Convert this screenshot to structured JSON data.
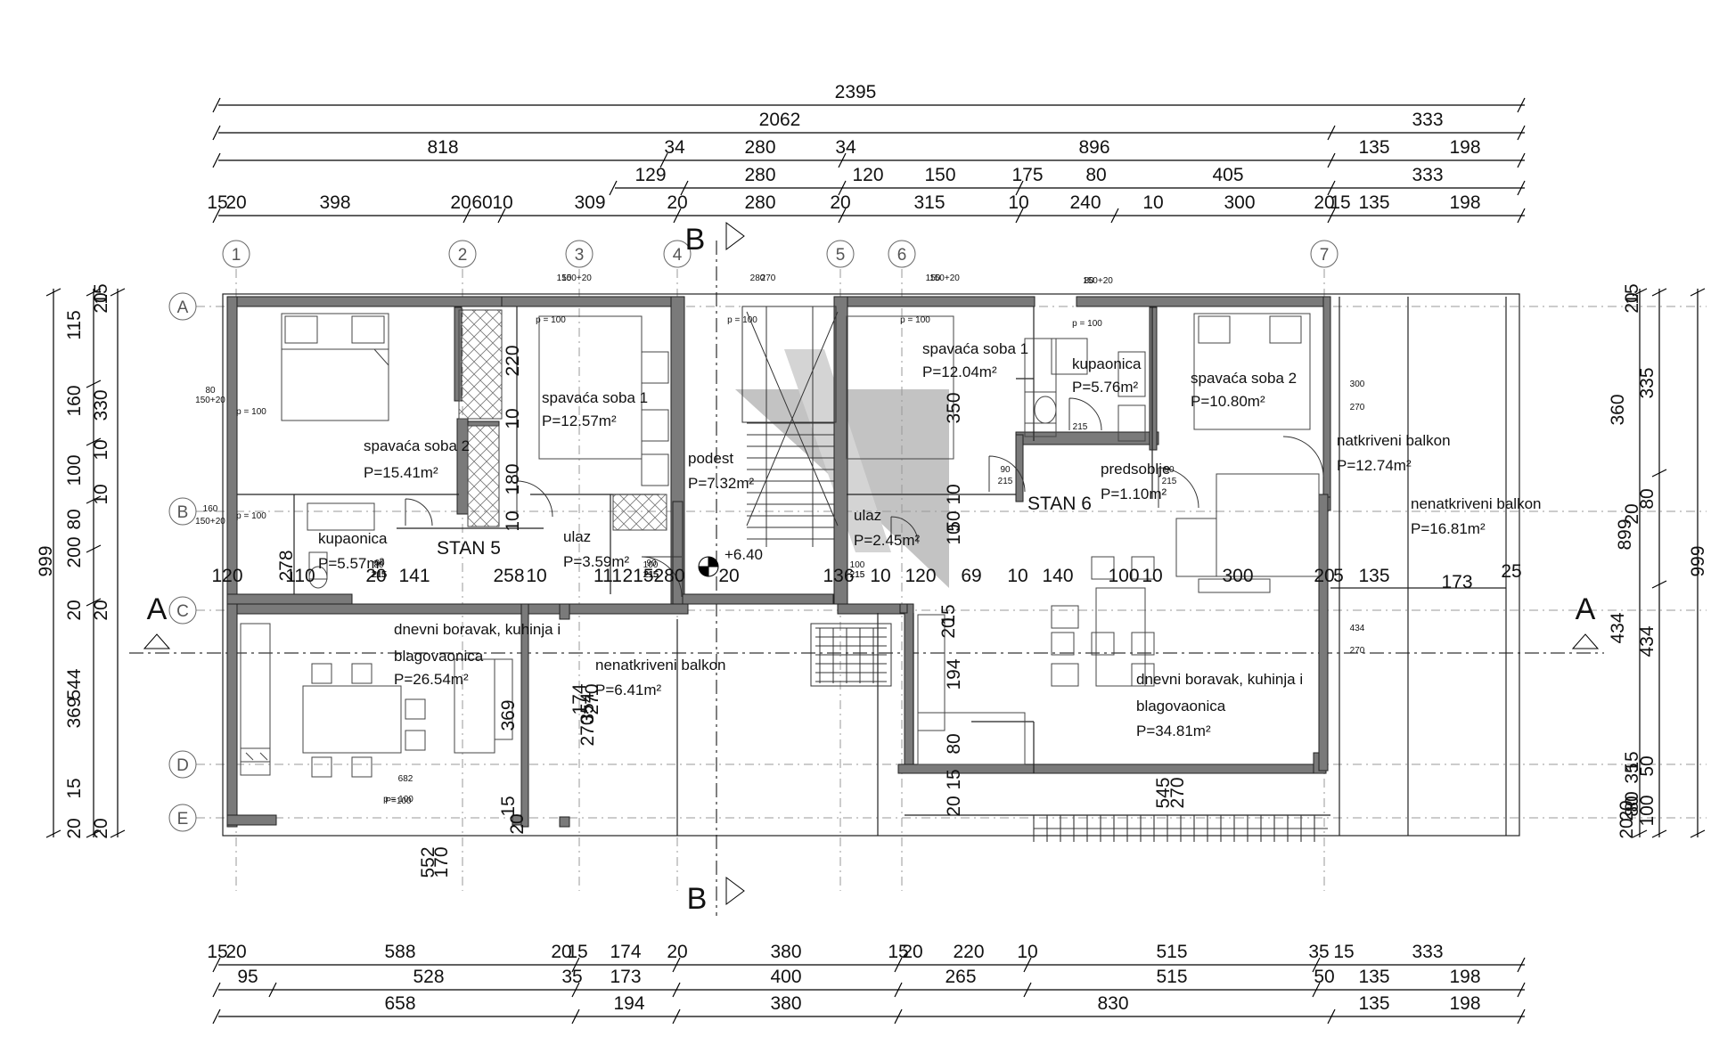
{
  "dims_top": {
    "r1": [
      "2395"
    ],
    "r2": [
      "2062",
      "333"
    ],
    "r3": [
      "818",
      "34",
      "280",
      "34",
      "896",
      "135",
      "198"
    ],
    "r4": [
      "129",
      "280",
      "120",
      "150",
      "175",
      "80",
      "405",
      "333"
    ],
    "r5": [
      "15",
      "20",
      "398",
      "20",
      "60",
      "10",
      "309",
      "20",
      "280",
      "20",
      "315",
      "10",
      "240",
      "10",
      "300",
      "20",
      "15",
      "135",
      "198"
    ]
  },
  "dims_bottom": {
    "r1": [
      "15",
      "20",
      "588",
      "20",
      "15",
      "174",
      "20",
      "380",
      "15",
      "20",
      "220",
      "10",
      "515",
      "35",
      "15",
      "333"
    ],
    "r2": [
      "95",
      "528",
      "35",
      "173",
      "400",
      "265",
      "515",
      "50",
      "135",
      "198"
    ],
    "r3": [
      "658",
      "194",
      "380",
      "830",
      "135",
      "198"
    ]
  },
  "dims_left": {
    "outer": [
      "999"
    ],
    "mid": [
      "115",
      "160",
      "100",
      "80",
      "200",
      "20",
      "544",
      "369",
      "15",
      "20"
    ],
    "inner": [
      "20",
      "15",
      "330",
      "10",
      "10",
      "20",
      "20"
    ]
  },
  "dims_right": {
    "outer": [
      "999"
    ],
    "mid": [
      "899",
      "360",
      "434"
    ],
    "inner": [
      "20",
      "15",
      "335",
      "20",
      "80",
      "434",
      "15",
      "35",
      "50",
      "20",
      "80",
      "20",
      "100",
      "80"
    ]
  },
  "dims_inner": {
    "row_c": [
      "120",
      "110",
      "20",
      "141",
      "258",
      "10",
      "111",
      "215",
      "280",
      "20",
      "136",
      "10",
      "120",
      "69",
      "10",
      "140",
      "100",
      "10",
      "300",
      "20",
      "5",
      "135",
      "173",
      "25"
    ],
    "row_c_small": [
      "80",
      "215",
      "100",
      "215",
      "100",
      "215"
    ],
    "vert": [
      "220",
      "10",
      "180",
      "10",
      "350",
      "10",
      "50",
      "10",
      "194",
      "80",
      "15",
      "20",
      "369",
      "15",
      "20",
      "174",
      "270",
      "354",
      "270",
      "15",
      "20",
      "552",
      "170",
      "545",
      "270",
      "278"
    ],
    "lintels": [
      "p = 100",
      "p = 100",
      "p = 100",
      "p = 100",
      "p = 100",
      "P=100",
      "150",
      "150+20",
      "280",
      "270",
      "150",
      "150+20",
      "80",
      "150+20",
      "160",
      "150+20",
      "80",
      "150+20",
      "300",
      "270",
      "434",
      "270",
      "90",
      "215",
      "90",
      "215",
      "215",
      "90",
      "215",
      "90",
      "215",
      "215",
      "p = 100",
      "p = 100",
      "682"
    ]
  },
  "grid_cols": [
    "1",
    "2",
    "3",
    "4",
    "5",
    "6",
    "7"
  ],
  "grid_rows": [
    "A",
    "B",
    "C",
    "D",
    "E"
  ],
  "section_marks": [
    "A",
    "A",
    "B",
    "B"
  ],
  "apartments": [
    "STAN 5",
    "STAN 6"
  ],
  "elevation": "+6.40",
  "rooms": [
    {
      "name": "spavaća soba 2",
      "area": "P=15.41m²"
    },
    {
      "name": "spavaća soba 1",
      "area": "P=12.57m²"
    },
    {
      "name": "podest",
      "area": "P=7.32m²"
    },
    {
      "name": "spavaća soba 1",
      "area": "P=12.04m²"
    },
    {
      "name": "kupaonica",
      "area": "P=5.76m²"
    },
    {
      "name": "spavaća soba 2",
      "area": "P=10.80m²"
    },
    {
      "name": "natkriveni balkon",
      "area": "P=12.74m²"
    },
    {
      "name": "nenatkriveni balkon",
      "area": "P=16.81m²"
    },
    {
      "name": "predsoblje",
      "area": "P=1.10m²"
    },
    {
      "name": "kupaonica",
      "area": "P=5.57m²"
    },
    {
      "name": "ulaz",
      "area": "P=3.59m²"
    },
    {
      "name": "ulaz",
      "area": "P=2.45m²"
    },
    {
      "name": "dnevni boravak, kuhinja i",
      "name2": "blagovaonica",
      "area": "P=26.54m²"
    },
    {
      "name": "nenatkriveni balkon",
      "area": "P=6.41m²"
    },
    {
      "name": "dnevni boravak, kuhinja i",
      "name2": "blagovaonica",
      "area": "P=34.81m²"
    }
  ]
}
